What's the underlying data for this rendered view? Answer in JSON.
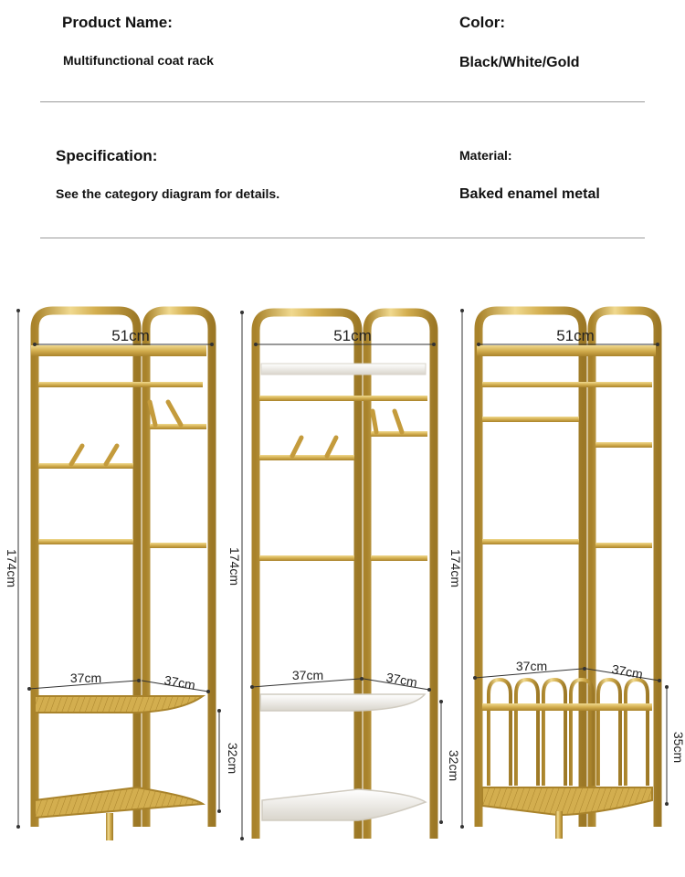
{
  "info": {
    "product_name_label": "Product Name:",
    "product_name_value": "Multifunctional coat rack",
    "color_label": "Color:",
    "color_value": "Black/White/Gold",
    "spec_label": "Specification:",
    "spec_value": "See the category diagram for details.",
    "material_label": "Material:",
    "material_value": "Baked enamel metal"
  },
  "racks": [
    {
      "width": "51cm",
      "height": "174cm",
      "depth_left": "37cm",
      "depth_right": "37cm",
      "lower_gap": "32cm",
      "style": "gold-shelves-hooks"
    },
    {
      "width": "51cm",
      "height": "174cm",
      "depth_left": "37cm",
      "depth_right": "37cm",
      "lower_gap": "32cm",
      "style": "white-marble-shelves-hooks"
    },
    {
      "width": "51cm",
      "height": "174cm",
      "depth_left": "37cm",
      "depth_right": "37cm",
      "lower_gap": "35cm",
      "style": "basket"
    }
  ],
  "colors": {
    "gold": "#d3ae4f",
    "gold_dark": "#a9832b",
    "gold_light": "#f0d98f",
    "marble": "#f2f0ec",
    "divider": "#9a9a9a"
  }
}
